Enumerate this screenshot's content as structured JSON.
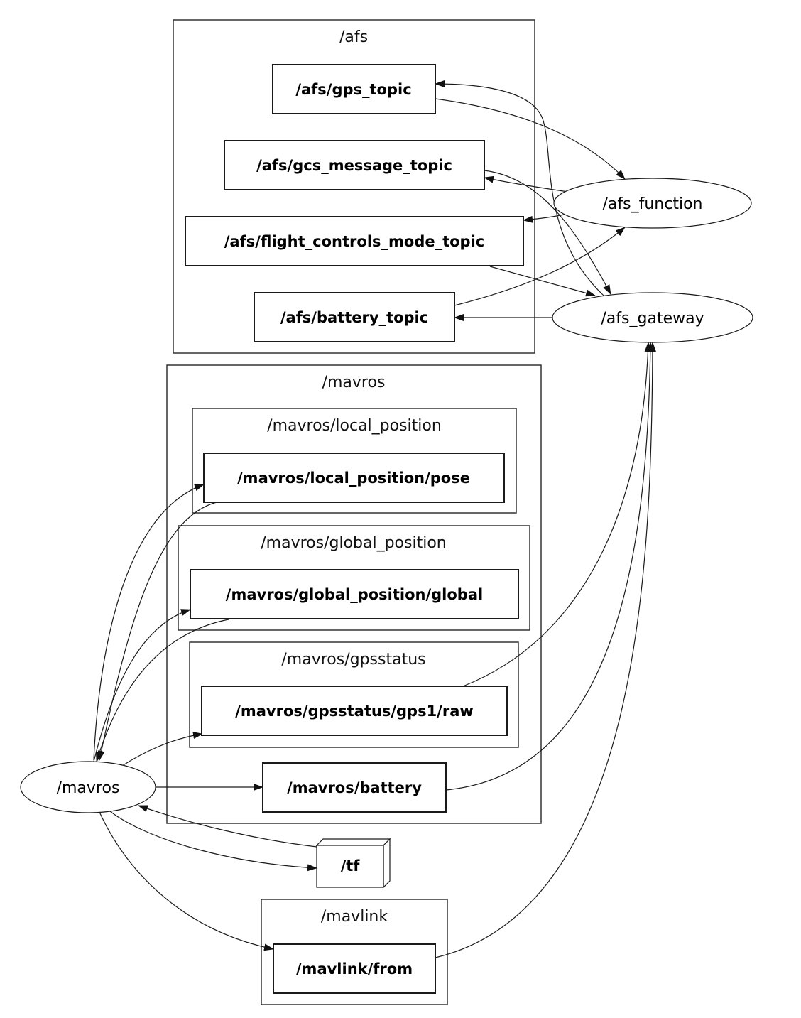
{
  "clusters": {
    "afs": "/afs",
    "mavros": "/mavros",
    "mavros_local_position": "/mavros/local_position",
    "mavros_global_position": "/mavros/global_position",
    "mavros_gpsstatus": "/mavros/gpsstatus",
    "mavlink": "/mavlink"
  },
  "topics": {
    "gps_topic": "/afs/gps_topic",
    "gcs_message_topic": "/afs/gcs_message_topic",
    "flight_controls_mode_topic": "/afs/flight_controls_mode_topic",
    "battery_topic": "/afs/battery_topic",
    "local_position_pose": "/mavros/local_position/pose",
    "global_position_global": "/mavros/global_position/global",
    "gpsstatus_gps1_raw": "/mavros/gpsstatus/gps1/raw",
    "mavros_battery": "/mavros/battery",
    "tf": "/tf",
    "mavlink_from": "/mavlink/from"
  },
  "nodes": {
    "afs_function": "/afs_function",
    "afs_gateway": "/afs_gateway",
    "mavros": "/mavros"
  },
  "edges": [
    {
      "from": "/afs/gps_topic",
      "to": "/afs_function"
    },
    {
      "from": "/afs_function",
      "to": "/afs/gcs_message_topic"
    },
    {
      "from": "/afs_function",
      "to": "/afs/flight_controls_mode_topic"
    },
    {
      "from": "/afs/battery_topic",
      "to": "/afs_function"
    },
    {
      "from": "/afs/flight_controls_mode_topic",
      "to": "/afs_gateway"
    },
    {
      "from": "/afs/gcs_message_topic",
      "to": "/afs_gateway"
    },
    {
      "from": "/afs_gateway",
      "to": "/afs/gps_topic"
    },
    {
      "from": "/afs_gateway",
      "to": "/afs/battery_topic"
    },
    {
      "from": "/mavros/gpsstatus/gps1/raw",
      "to": "/afs_gateway"
    },
    {
      "from": "/mavros/battery",
      "to": "/afs_gateway"
    },
    {
      "from": "/mavlink/from",
      "to": "/afs_gateway"
    },
    {
      "from": "/mavros",
      "to": "/mavros/local_position/pose"
    },
    {
      "from": "/mavros/local_position/pose",
      "to": "/mavros"
    },
    {
      "from": "/mavros",
      "to": "/mavros/global_position/global"
    },
    {
      "from": "/mavros/global_position/global",
      "to": "/mavros"
    },
    {
      "from": "/mavros",
      "to": "/mavros/gpsstatus/gps1/raw"
    },
    {
      "from": "/mavros",
      "to": "/mavros/battery"
    },
    {
      "from": "/tf",
      "to": "/mavros"
    },
    {
      "from": "/mavros",
      "to": "/tf"
    },
    {
      "from": "/mavros",
      "to": "/mavlink/from"
    }
  ]
}
